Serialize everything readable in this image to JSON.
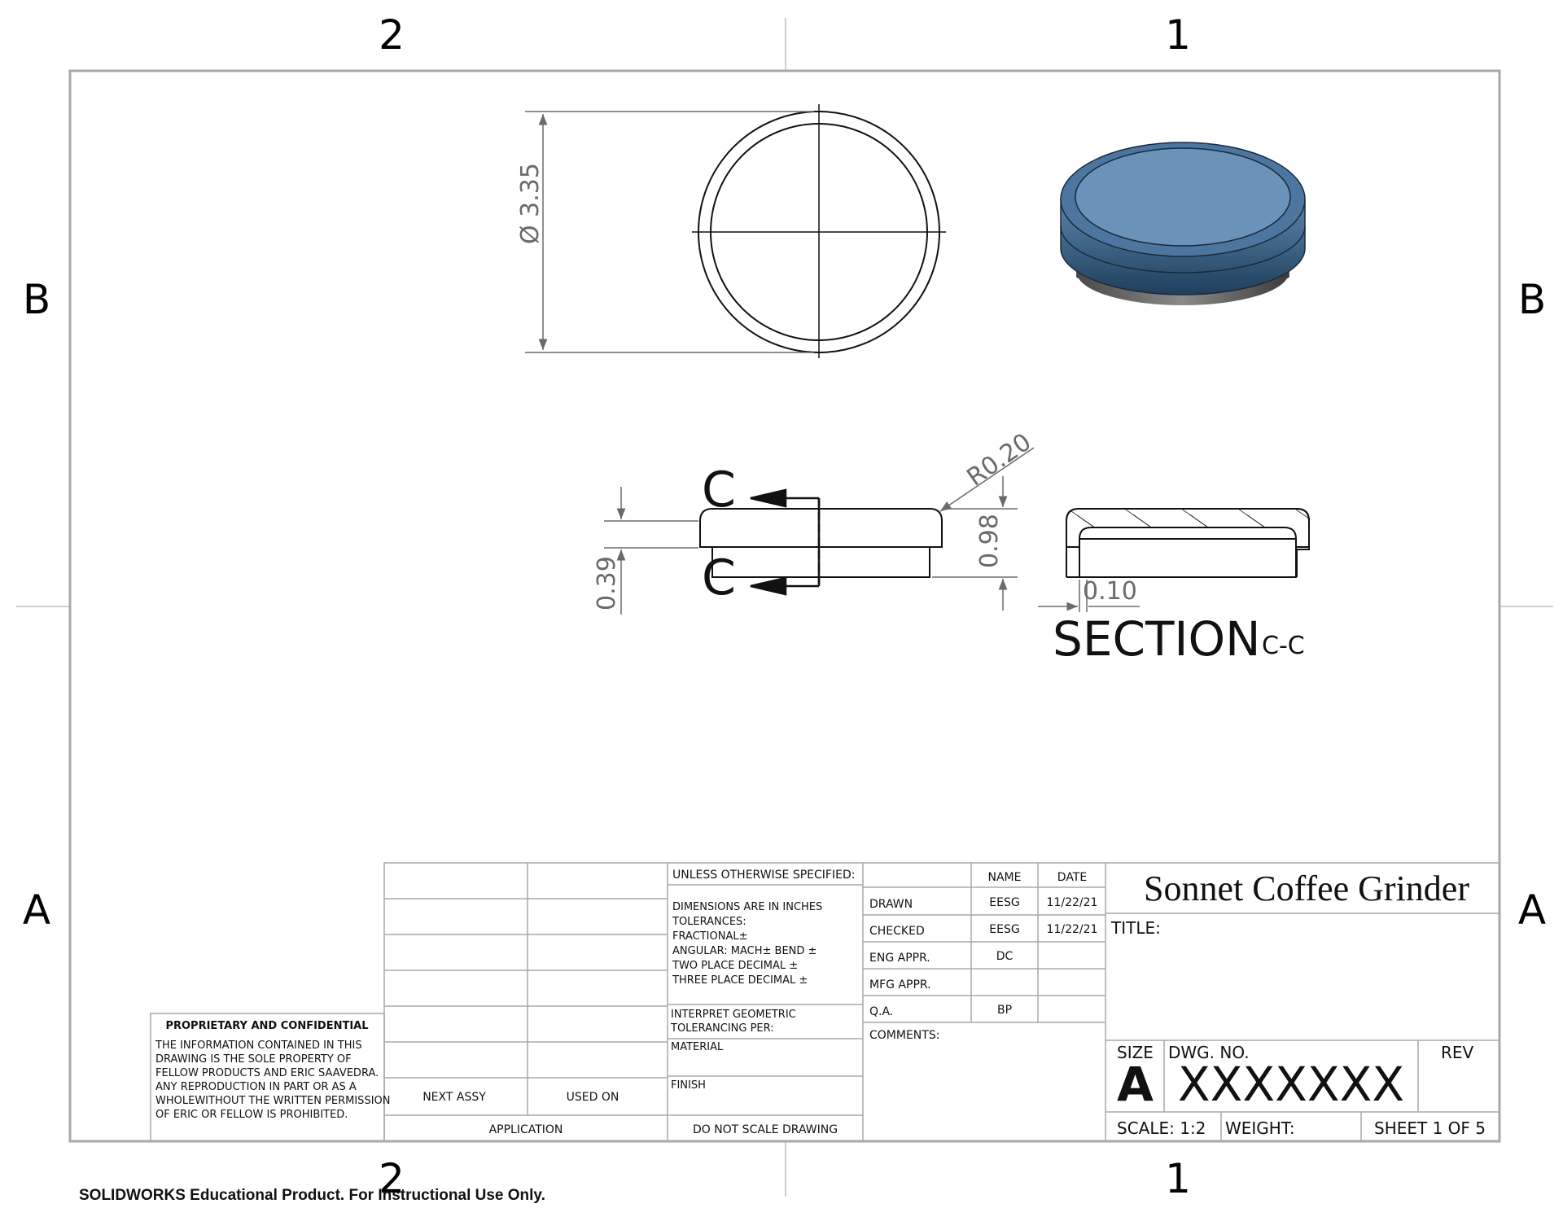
{
  "zones": {
    "top_left": "2",
    "top_right": "1",
    "bottom_left": "2",
    "bottom_right": "1",
    "side_upper": "B",
    "side_lower": "A"
  },
  "dimensions": {
    "diameter": "Ø 3.35",
    "height_thin": "0.39",
    "radius": "R0.20",
    "height_total": "0.98",
    "wall": "0.10"
  },
  "section": {
    "marker": "C",
    "title": "SECTION",
    "label": "C-C"
  },
  "colors": {
    "lid_face": "#6a8db0",
    "lid_rim": "#3f6a93",
    "lid_base": "#6b6b6b",
    "dim_line": "#6a6a6a"
  },
  "title_block": {
    "unless_specified": "UNLESS OTHERWISE SPECIFIED:",
    "tolerances": [
      "DIMENSIONS ARE IN INCHES",
      "TOLERANCES:",
      "FRACTIONAL±",
      "ANGULAR: MACH±    BEND ±",
      "TWO PLACE DECIMAL    ±",
      "THREE PLACE DECIMAL  ±"
    ],
    "interpret": [
      "INTERPRET GEOMETRIC",
      "TOLERANCING PER:"
    ],
    "material": "MATERIAL",
    "finish": "FINISH",
    "do_not_scale": "DO NOT SCALE DRAWING",
    "next_assy": "NEXT ASSY",
    "used_on": "USED ON",
    "application": "APPLICATION",
    "name_header": "NAME",
    "date_header": "DATE",
    "rows": [
      {
        "label": "DRAWN",
        "name": "EESG",
        "date": "11/22/21"
      },
      {
        "label": "CHECKED",
        "name": "EESG",
        "date": "11/22/21"
      },
      {
        "label": "ENG APPR.",
        "name": "DC",
        "date": ""
      },
      {
        "label": "MFG APPR.",
        "name": "",
        "date": ""
      },
      {
        "label": "Q.A.",
        "name": "BP",
        "date": ""
      }
    ],
    "comments": "COMMENTS:",
    "company": "Sonnet Coffee Grinder",
    "title_label": "TITLE:",
    "size_label": "SIZE",
    "size_value": "A",
    "dwg_no_label": "DWG.  NO.",
    "dwg_no": "XXXXXXX",
    "rev_label": "REV",
    "scale": "SCALE: 1:2",
    "weight": "WEIGHT:",
    "sheet": "SHEET 1 OF 5",
    "proprietary_title": "PROPRIETARY AND CONFIDENTIAL",
    "proprietary_text": [
      "THE INFORMATION CONTAINED IN THIS",
      "DRAWING IS THE SOLE PROPERTY OF",
      "FELLOW PRODUCTS AND ERIC SAAVEDRA.",
      " ANY REPRODUCTION IN PART OR AS A",
      " WHOLEWITHOUT THE WRITTEN PERMISSION",
      "OF ERIC OR FELLOW  IS PROHIBITED."
    ]
  },
  "footer": "SOLIDWORKS Educational Product. For Instructional Use Only."
}
